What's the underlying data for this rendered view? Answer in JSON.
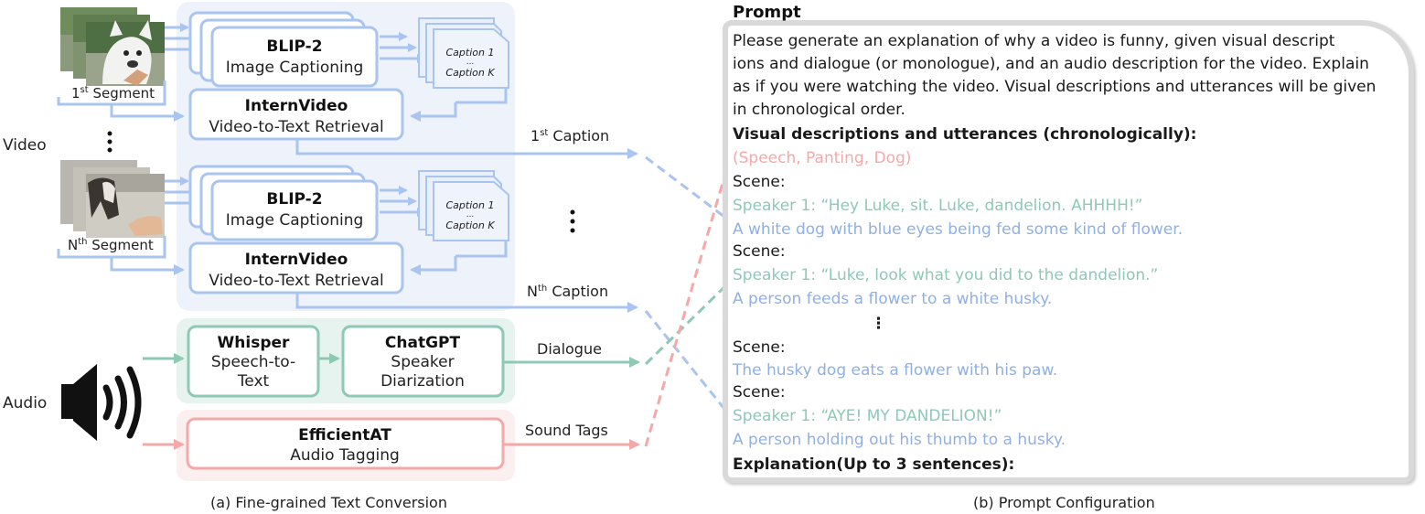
{
  "left_panel": {
    "video_label": "Video",
    "audio_label": "Audio",
    "segment_1": "1st Segment",
    "segment_n": "Nth Segment",
    "blip_title": "BLIP-2",
    "blip_sub": "Image Captioning",
    "caption_stack_1": "Caption 1",
    "caption_stack_dots": "...",
    "caption_stack_k": "Caption K",
    "internvideo_title": "InternVideo",
    "internvideo_sub": "Video-to-Text Retrieval",
    "caption_1_label": "1st Caption",
    "caption_n_label": "Nth Caption",
    "whisper_title": "Whisper",
    "whisper_sub1": "Speech-to-",
    "whisper_sub2": "Text",
    "chatgpt_title": "ChatGPT",
    "chatgpt_sub1": "Speaker",
    "chatgpt_sub2": "Diarization",
    "dialogue_label": "Dialogue",
    "efficientat_title": "EfficientAT",
    "efficientat_sub": "Audio Tagging",
    "sound_tags_label": "Sound Tags",
    "caption": "(a)  Fine-grained Text Conversion"
  },
  "prompt_panel": {
    "title": "Prompt",
    "intro_lines": [
      "Please generate an explanation of why a video is funny, given visual descript",
      "ions and dialogue (or monologue), and an audio description for the video. Explain",
      "as if you were watching the video. Visual descriptions and utterances will be given",
      "in chronological order."
    ],
    "section_header": "Visual descriptions and utterances (chronologically):",
    "sound_tags": "(Speech, Panting, Dog)",
    "scene_label": "Scene:",
    "scene1_speech": "Speaker 1: “Hey Luke, sit. Luke, dandelion. AHHHH!”",
    "scene1_visual": "A white dog with blue eyes being fed some kind of flower.",
    "scene2_speech": "Speaker 1: “Luke, look what you did to the dandelion.”",
    "scene2_visual": "A person feeds a flower to a white husky.",
    "dots": "⋮",
    "scene3_visual": "The husky dog eats a flower with his paw.",
    "scene4_speech": "Speaker 1: “AYE! MY DANDELION!”",
    "scene4_visual": "A person holding out his thumb to a husky.",
    "explanation_label": "Explanation(Up to 3 sentences):",
    "caption": "(b)  Prompt Configuration"
  },
  "colors": {
    "video_blue": "#a9c4ee",
    "dialogue_green": "#8ec9b4",
    "sound_red": "#f4a8a8",
    "panel_bg_blue": "#eef2fb",
    "panel_bg_green": "#e6f3ee",
    "panel_bg_red": "#fcefef"
  }
}
